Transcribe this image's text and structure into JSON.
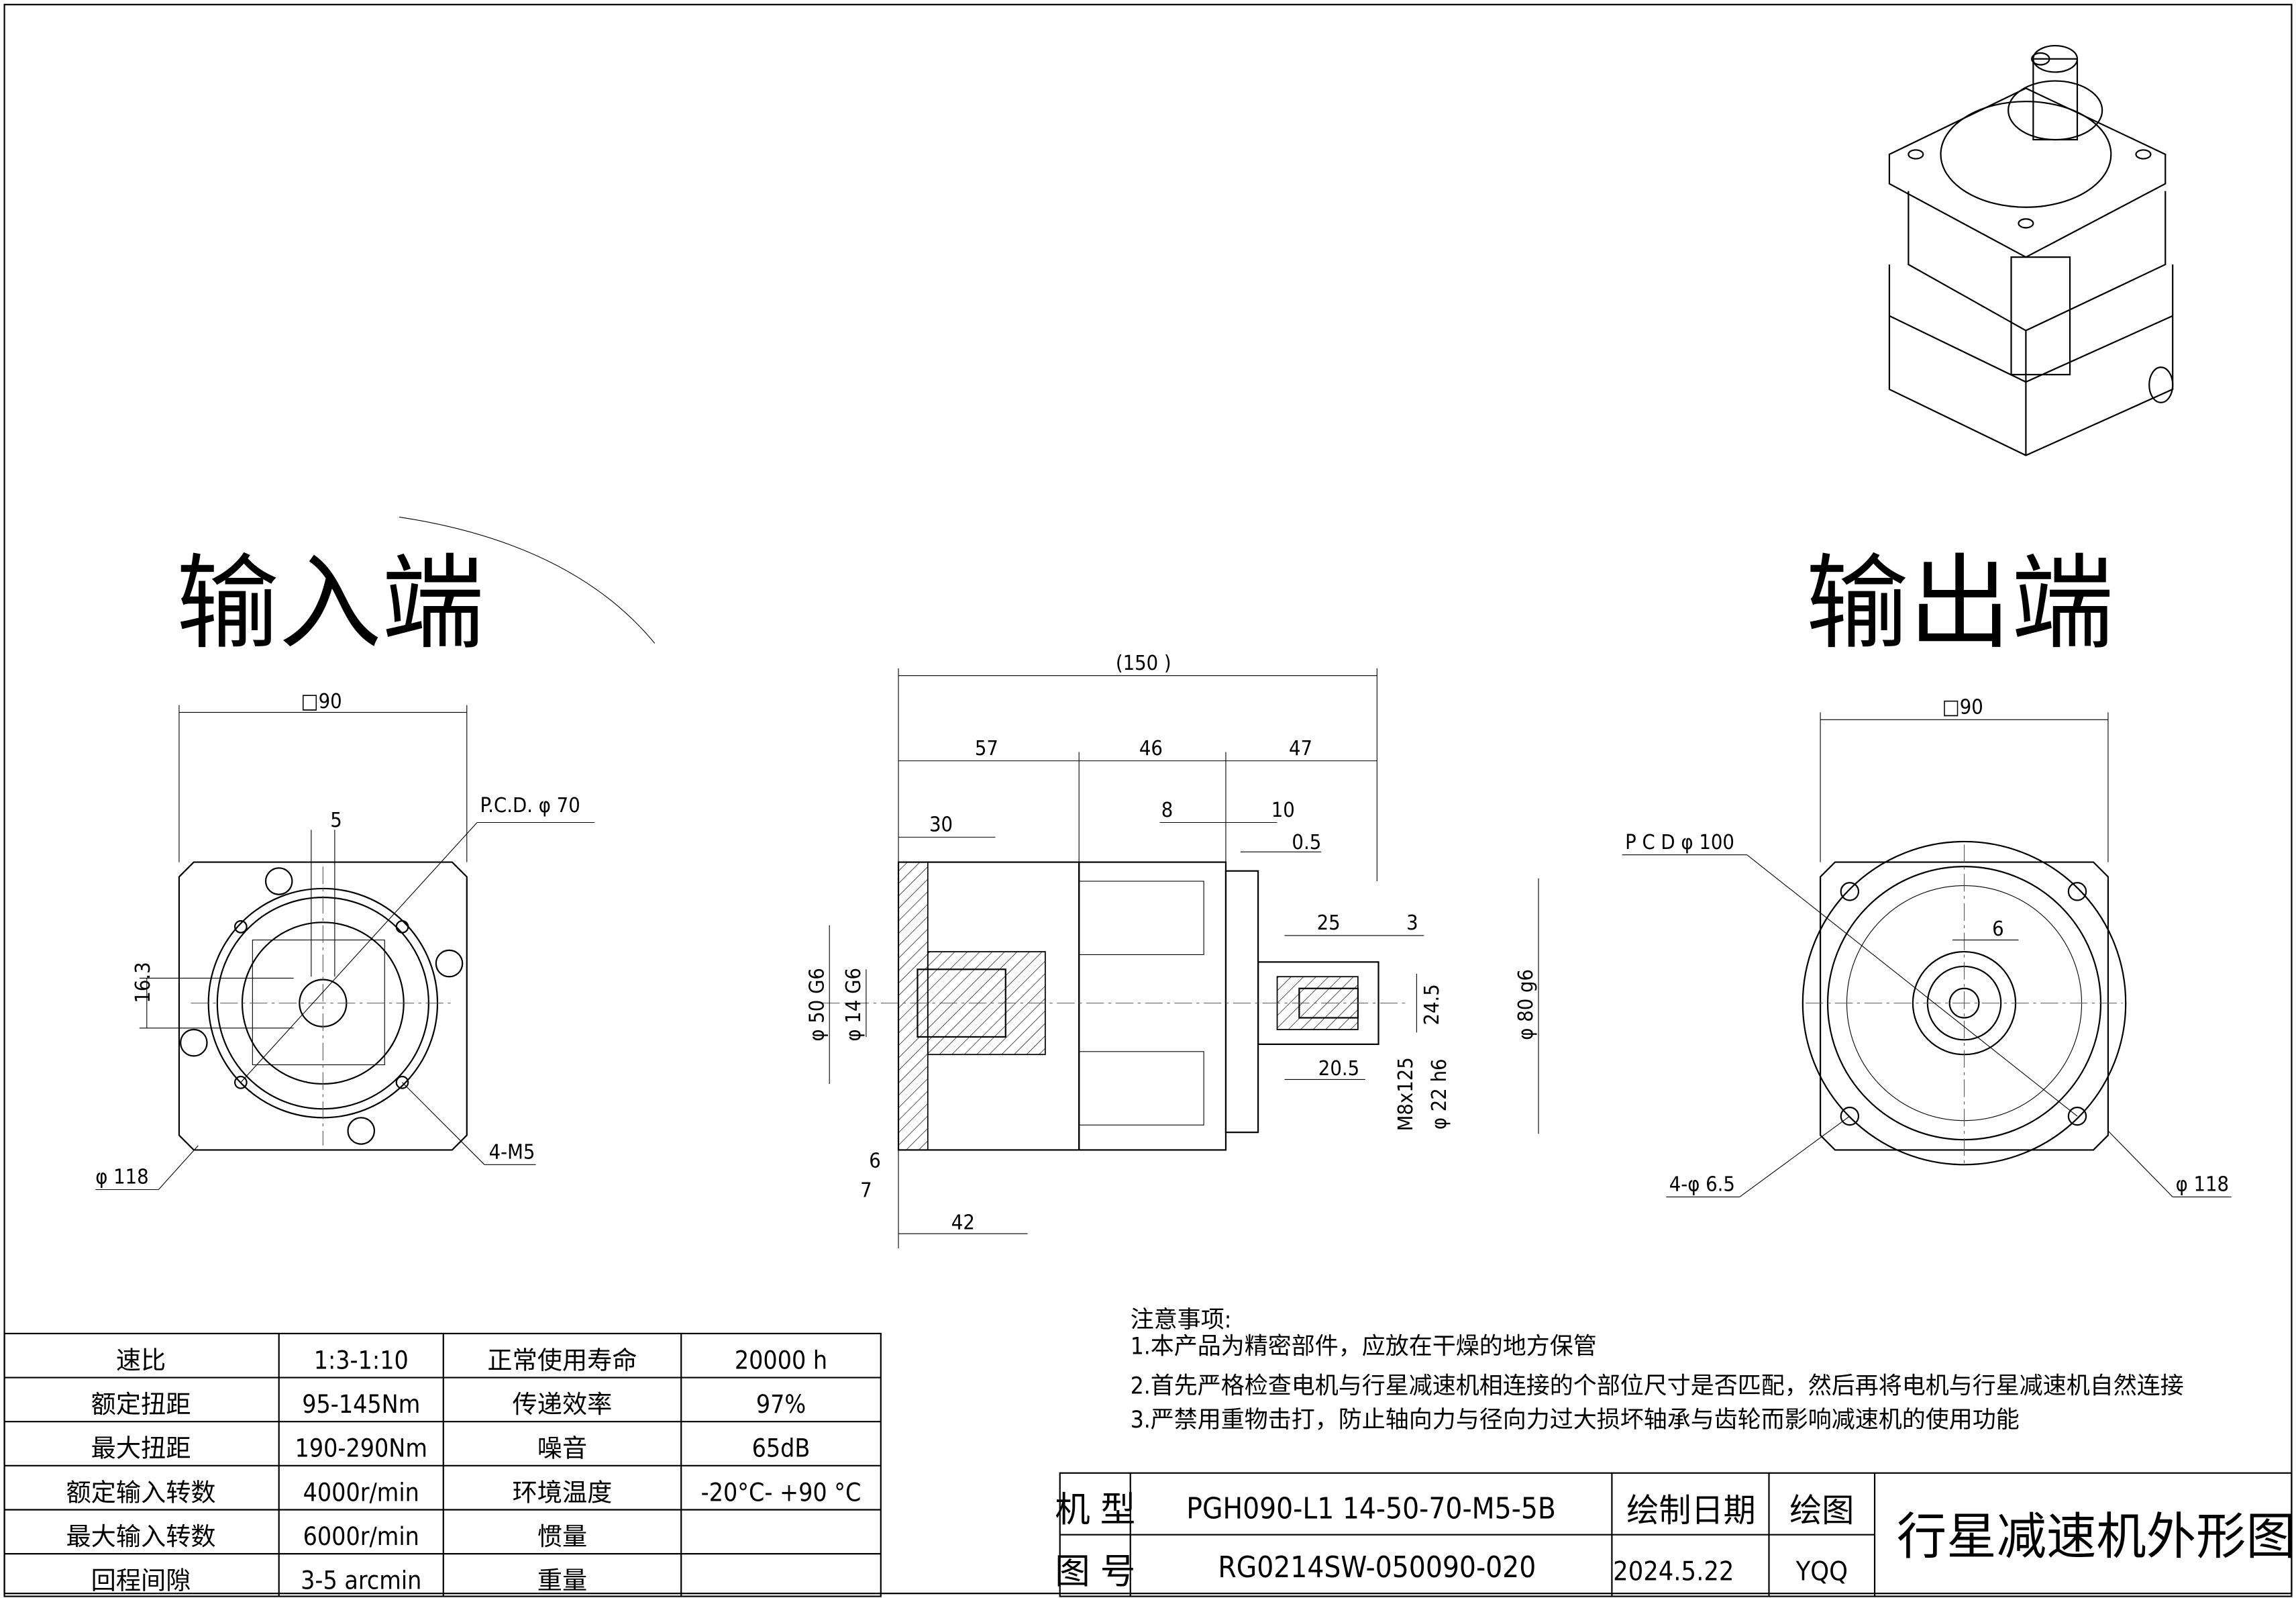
{
  "views": {
    "input_title": "输入端",
    "output_title": "输出端",
    "input_dims": {
      "square": "□90",
      "key": "5",
      "pcd": "P.C.D.   φ 70",
      "height": "16.3",
      "outer": "φ 118",
      "bolts": "4-M5"
    },
    "side_dims": {
      "total": "(150 )",
      "d57": "57",
      "d46": "46",
      "d47": "47",
      "d30": "30",
      "d8": "8",
      "d10": "10",
      "d05": "0.5",
      "d25": "25",
      "d3": "3",
      "phi50": "φ 50  G6",
      "phi14": "φ 14  G6",
      "d245": "24.5",
      "phi80": "φ 80  g6",
      "d205": "20.5",
      "thread": "M8x125",
      "phi22": "φ 22  h6",
      "d6": "6",
      "d7": "7",
      "d42": "42"
    },
    "output_dims": {
      "square": "□90",
      "pcd": "P C D    φ 100",
      "key": "6",
      "holes": "4-φ 6.5",
      "outer": "φ 118"
    }
  },
  "spec_table": [
    [
      "速比",
      "1:3-1:10",
      "正常使用寿命",
      "20000  h"
    ],
    [
      "额定扭距",
      "95-145Nm",
      "传递效率",
      "97%"
    ],
    [
      "最大扭距",
      "190-290Nm",
      "噪音",
      "65dB"
    ],
    [
      "额定输入转数",
      "4000r/min",
      "环境温度",
      "-20°C- +90 °C"
    ],
    [
      "最大输入转数",
      "6000r/min",
      "惯量",
      ""
    ],
    [
      "回程间隙",
      "3-5 arcmin",
      "重量",
      ""
    ]
  ],
  "notes": {
    "title": "注意事项:",
    "items": [
      "1.本产品为精密部件，应放在干燥的地方保管",
      "2.首先严格检查电机与行星减速机相连接的个部位尺寸是否匹配，然后再将电机与行星减速机自然连接",
      "3.严禁用重物击打，防止轴向力与径向力过大损坏轴承与齿轮而影响减速机的使用功能"
    ]
  },
  "title_block": {
    "model_label": "机  型",
    "model": "PGH090-L1 14-50-70-M5-5B",
    "drawing_no_label": "图  号",
    "drawing_no": "RG0214SW-050090-020",
    "date_label": "绘制日期",
    "date": "2024.5.22",
    "drawer_label": "绘图",
    "drawer": "YQQ",
    "title": "行星减速机外形图"
  }
}
